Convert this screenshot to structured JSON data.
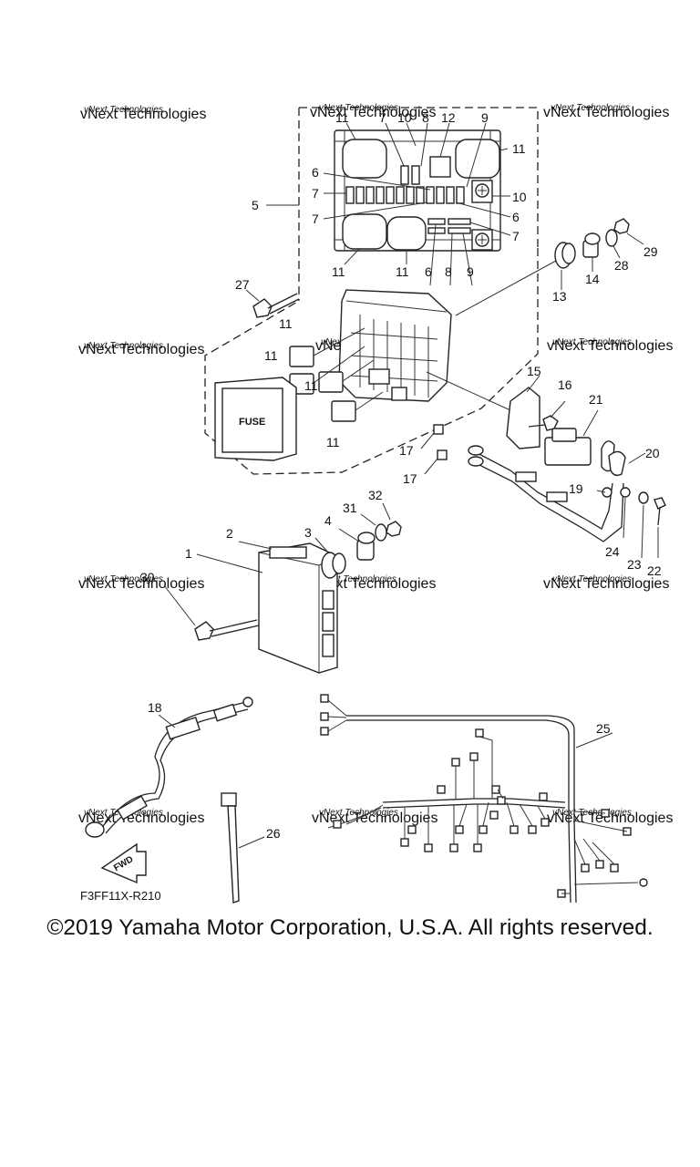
{
  "watermark": "vNext Technologies",
  "diagram_code": "F3FF11X-R210",
  "fwd_label": "FWD",
  "fuse_label": "FUSE",
  "copyright": "©2019 Yamaha Motor Corporation, U.S.A. All rights reserved.",
  "callouts": {
    "c1": "1",
    "c2": "2",
    "c3": "3",
    "c4": "4",
    "c5": "5",
    "c6a": "6",
    "c6b": "6",
    "c6c": "6",
    "c7a": "7",
    "c7b": "7",
    "c7c": "7",
    "c7d": "7",
    "c8a": "8",
    "c8b": "8",
    "c9a": "9",
    "c9b": "9",
    "c10a": "10",
    "c10b": "10",
    "c11a": "11",
    "c11b": "11",
    "c11c": "11",
    "c11d": "11",
    "c11e": "11",
    "c11f": "11",
    "c11g": "11",
    "c11h": "11",
    "c12": "12",
    "c13": "13",
    "c14": "14",
    "c15": "15",
    "c16": "16",
    "c17a": "17",
    "c17b": "17",
    "c18": "18",
    "c19": "19",
    "c20": "20",
    "c21": "21",
    "c22": "22",
    "c23": "23",
    "c24": "24",
    "c25": "25",
    "c26": "26",
    "c27": "27",
    "c28": "28",
    "c29": "29",
    "c30": "30",
    "c31": "31",
    "c32": "32"
  }
}
